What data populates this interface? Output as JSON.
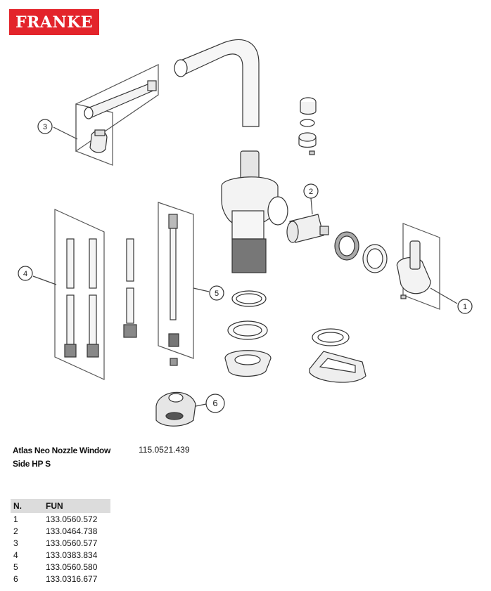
{
  "brand": {
    "logo_text": "FRANKE",
    "logo_color": "#e3242b"
  },
  "product": {
    "name_line1": "Atlas Neo Nozzle Window",
    "name_line2": "Side HP S",
    "code": "115.0521.439"
  },
  "callouts": [
    "1",
    "2",
    "3",
    "4",
    "5",
    "6"
  ],
  "parts_table": {
    "headers": [
      "N.",
      "FUN"
    ],
    "rows": [
      [
        "1",
        "133.0560.572"
      ],
      [
        "2",
        "133.0464.738"
      ],
      [
        "3",
        "133.0560.577"
      ],
      [
        "4",
        "133.0383.834"
      ],
      [
        "5",
        "133.0560.580"
      ],
      [
        "6",
        "133.0316.677"
      ]
    ]
  }
}
